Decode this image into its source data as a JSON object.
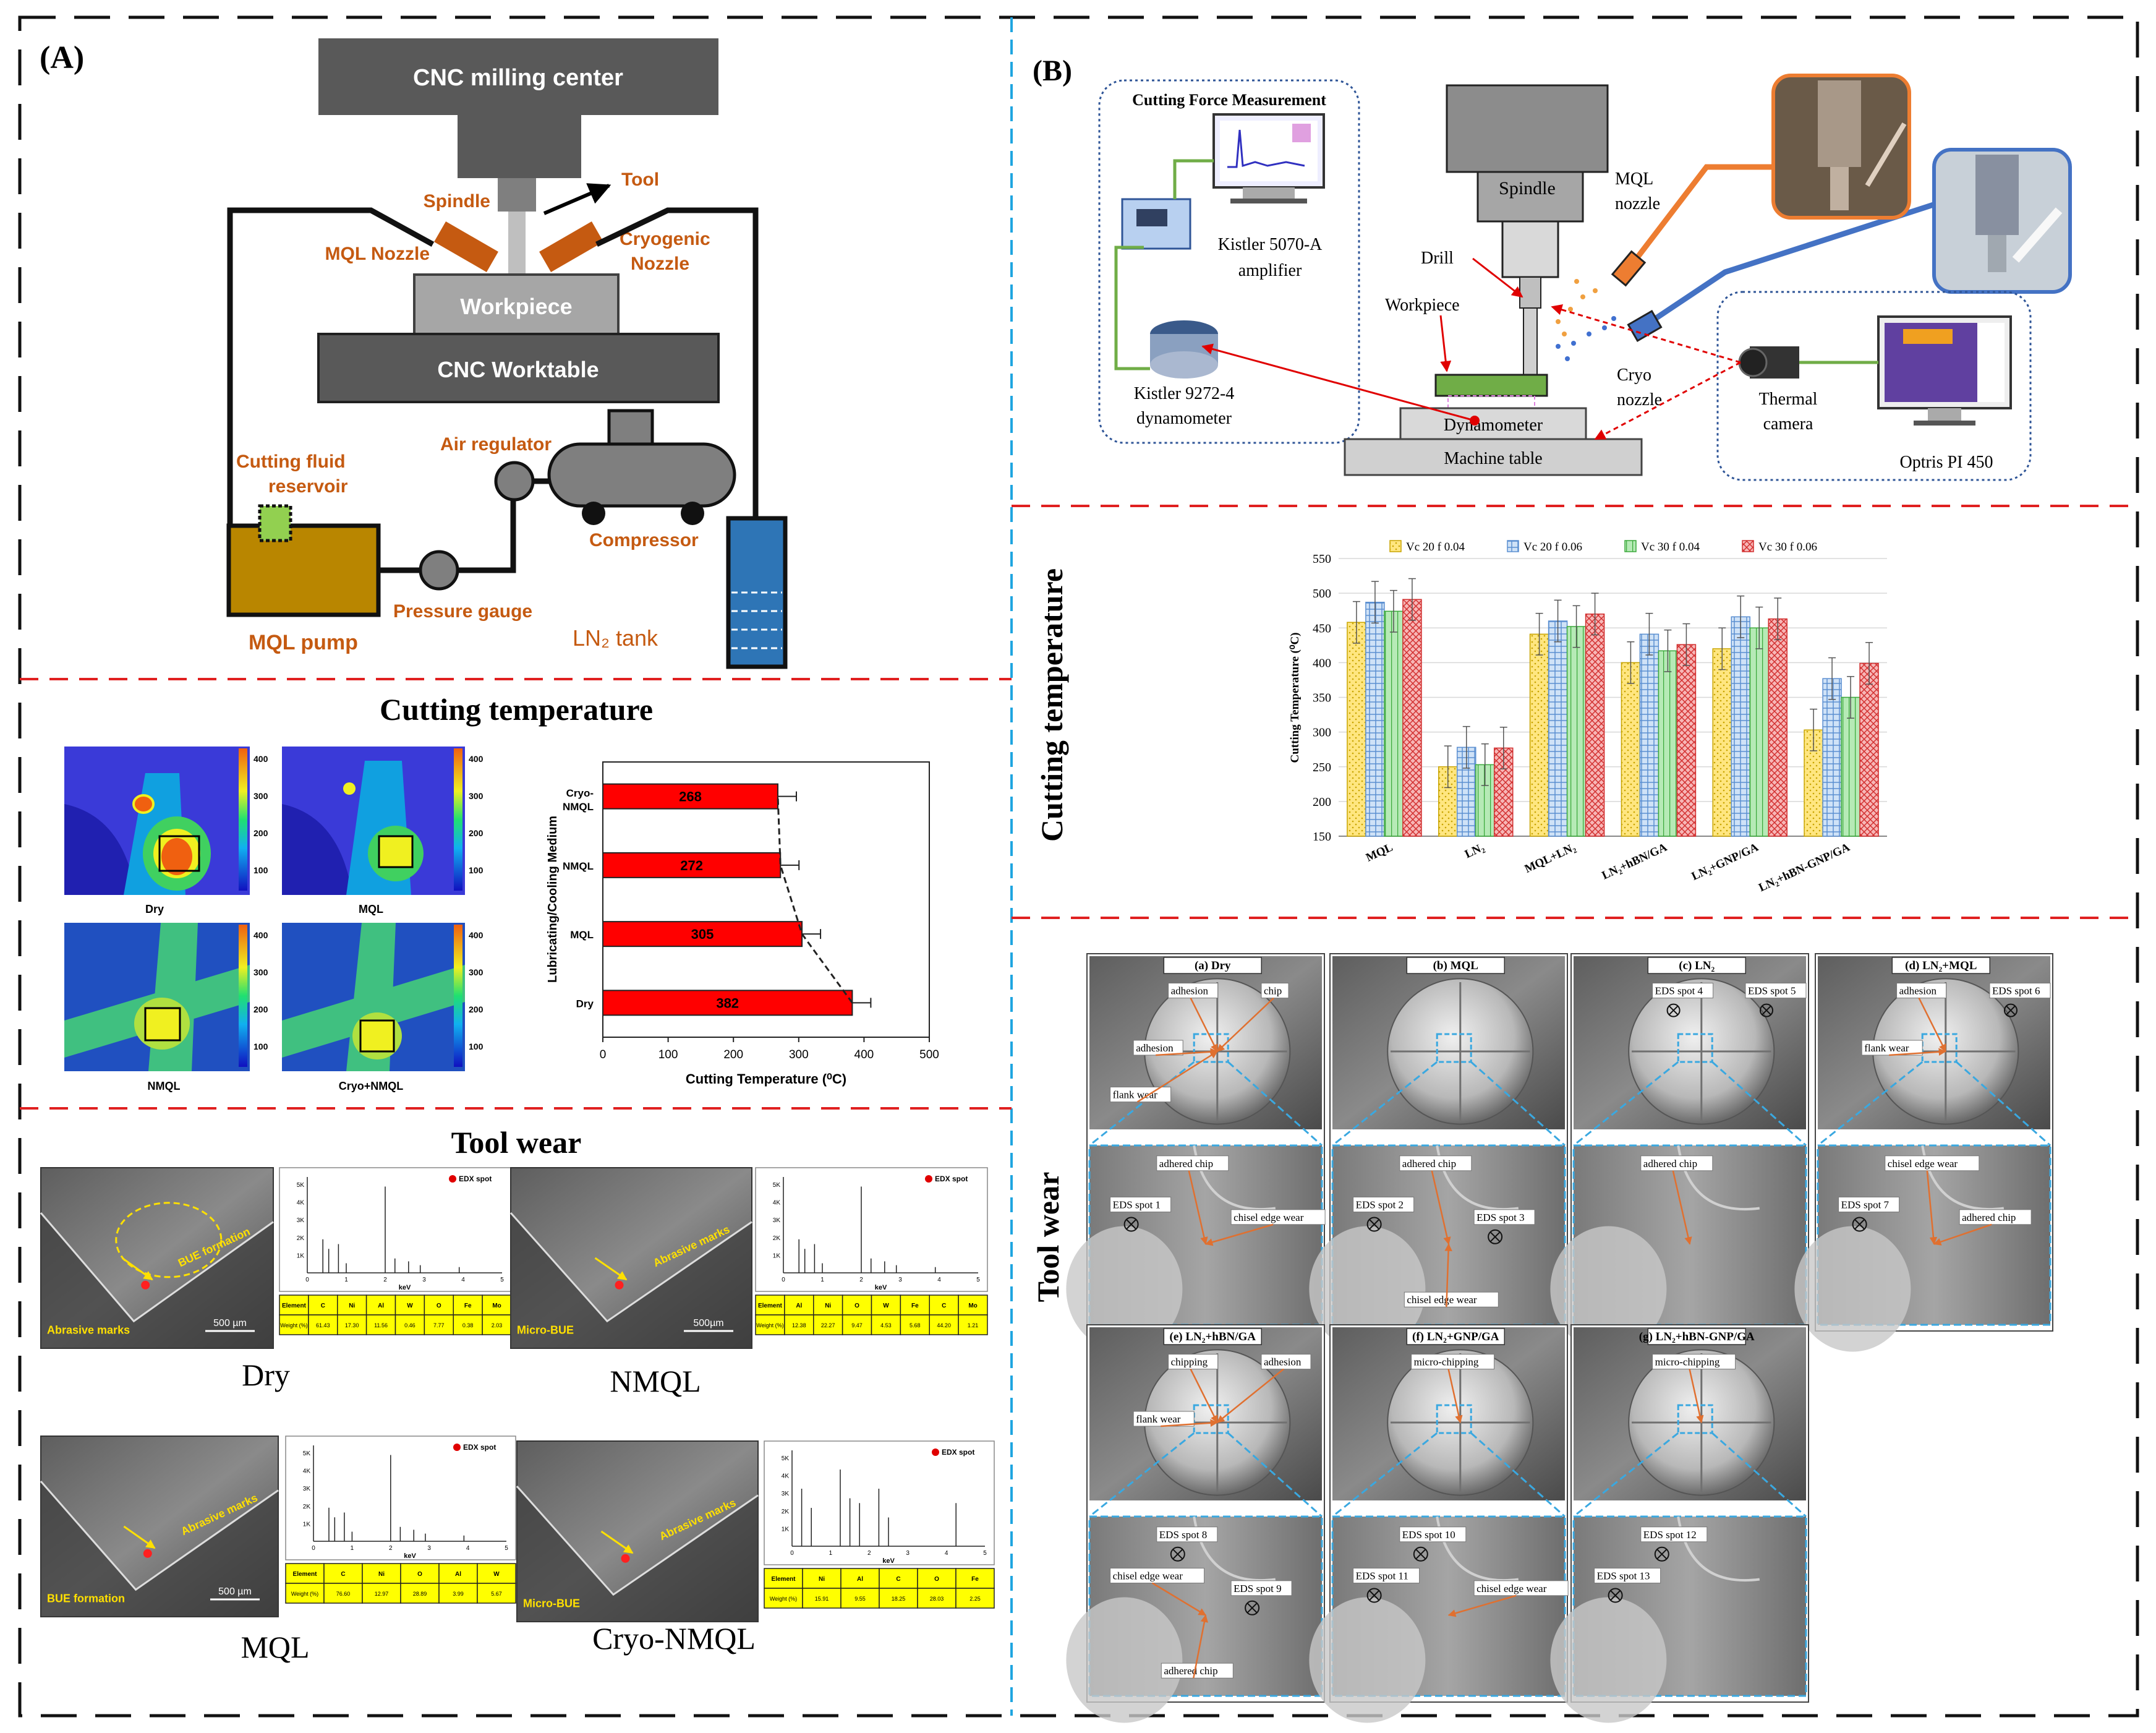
{
  "panelA": {
    "label": "(A)",
    "setup": {
      "cnc_center": "CNC milling center",
      "spindle": "Spindle",
      "tool": "Tool",
      "mql_nozzle": "MQL Nozzle",
      "cryo_nozzle_l1": "Cryogenic",
      "cryo_nozzle_l2": "Nozzle",
      "workpiece": "Workpiece",
      "worktable": "CNC Worktable",
      "air_regulator": "Air regulator",
      "fluid_reservoir_l1": "Cutting fluid",
      "fluid_reservoir_l2": "reservoir",
      "compressor": "Compressor",
      "pressure_gauge": "Pressure gauge",
      "mql_pump": "MQL pump",
      "ln2_tank": "LN₂ tank"
    },
    "temperature": {
      "title": "Cutting temperature",
      "thermal_labels": [
        "Dry",
        "MQL",
        "NMQL",
        "Cryo+NMQL"
      ],
      "colorbar_ticks": [
        "400",
        "300",
        "200",
        "100"
      ]
    },
    "toolwear": {
      "title": "Tool wear",
      "samples": [
        {
          "name": "Dry",
          "anno": [
            "BUE formation",
            "Abrasive marks"
          ],
          "scale": "500 µm"
        },
        {
          "name": "NMQL",
          "anno": [
            "Abrasive marks",
            "Micro-BUE"
          ],
          "scale": "500µm"
        },
        {
          "name": "MQL",
          "anno": [
            "Abrasive marks",
            "BUE formation"
          ],
          "scale": "500 µm"
        },
        {
          "name": "Cryo-NMQL",
          "anno": [
            "Abrasive marks",
            "Micro-BUE"
          ],
          "scale": ""
        }
      ],
      "edx_legend": "EDX spot",
      "edx_xlabel": "keV",
      "edx_yticks": [
        "5K",
        "4K",
        "3K",
        "2K",
        "1K"
      ],
      "edx_xticks": [
        "0",
        "1",
        "2",
        "3",
        "4",
        "5"
      ],
      "table_row1_label": "Element",
      "table_row2_label": "Weight (%)"
    }
  },
  "panelB": {
    "label": "(B)",
    "setup": {
      "force_box_title": "Cutting Force Measurement",
      "amplifier_l1": "Kistler 5070-A",
      "amplifier_l2": "amplifier",
      "dynamometer_l1": "Kistler 9272-4",
      "dynamometer_l2": "dynamometer",
      "spindle": "Spindle",
      "mql_nozzle_l1": "MQL",
      "mql_nozzle_l2": "nozzle",
      "drill": "Drill",
      "workpiece": "Workpiece",
      "cryo_nozzle_l1": "Cryo",
      "cryo_nozzle_l2": "nozzle",
      "dynamometer": "Dynamometer",
      "machine_table": "Machine table",
      "thermal_camera_l1": "Thermal",
      "thermal_camera_l2": "camera",
      "optris": "Optris PI 450"
    },
    "temperature_title": "Cutting temperature",
    "toolwear_title": "Tool wear",
    "sem_panels": [
      {
        "title": "(a) Dry",
        "top": [
          "adhesion",
          "chip",
          "adhesion",
          "flank wear"
        ],
        "bottom": [
          "adhered chip",
          "EDS spot 1",
          "chisel edge wear"
        ]
      },
      {
        "title": "(b) MQL",
        "top": [],
        "bottom": [
          "adhered chip",
          "EDS spot 2",
          "EDS spot 3",
          "chisel edge wear"
        ]
      },
      {
        "title": "(c) LN₂",
        "top": [
          "EDS spot 4",
          "EDS spot 5"
        ],
        "bottom": [
          "adhered chip"
        ]
      },
      {
        "title": "(d) LN₂+MQL",
        "top": [
          "adhesion",
          "EDS spot 6",
          "flank wear"
        ],
        "bottom": [
          "chisel edge wear",
          "EDS spot 7",
          "adhered chip"
        ]
      },
      {
        "title": "(e) LN₂+hBN/GA",
        "top": [
          "chipping",
          "adhesion",
          "flank wear"
        ],
        "bottom": [
          "EDS spot 8",
          "chisel edge wear",
          "EDS spot 9",
          "adhered chip"
        ]
      },
      {
        "title": "(f) LN₂+GNP/GA",
        "top": [
          "micro-chipping"
        ],
        "bottom": [
          "EDS spot 10",
          "EDS spot 11",
          "chisel edge wear"
        ]
      },
      {
        "title": "(g) LN₂+hBN-GNP/GA",
        "top": [
          "micro-chipping"
        ],
        "bottom": [
          "EDS spot 12",
          "EDS spot 13"
        ]
      }
    ]
  },
  "colors": {
    "orange_label": "#c55a11",
    "red_dash": "#e02020",
    "blue_dash": "#1fa5e0",
    "bar_red": "#ff0000",
    "yellow_table": "#ffff00",
    "series_yellow": "#ffe680",
    "series_blue": "#a9ccf0",
    "series_green": "#8fdc8f",
    "series_red": "#f08080"
  },
  "chart_data": [
    {
      "type": "bar",
      "orientation": "horizontal",
      "categories": [
        "Dry",
        "MQL",
        "NMQL",
        "Cryo-NMQL"
      ],
      "values": [
        382,
        305,
        272,
        268
      ],
      "data_labels": [
        "382",
        "305",
        "272",
        "268"
      ],
      "category_labels": [
        "Dry",
        "MQL",
        "NMQL",
        "Cryo-",
        "NMQL"
      ],
      "xlabel": "Cutting Temperature (⁰C)",
      "ylabel": "Lubricating/Cooling Medium",
      "xlim": [
        0,
        500
      ],
      "xticks": [
        "0",
        "100",
        "200",
        "300",
        "400",
        "500"
      ],
      "error_bars": true,
      "color": "#ff0000"
    },
    {
      "type": "bar",
      "categories": [
        "MQL",
        "LN₂",
        "MQL+LN₂",
        "LN₂+hBN/GA",
        "LN₂+GNP/GA",
        "LN₂+hBN-GNP/GA"
      ],
      "series": [
        {
          "name": "Vc 20 f 0.04",
          "values": [
            458,
            250,
            441,
            400,
            420,
            303
          ]
        },
        {
          "name": "Vc 20 f 0.06",
          "values": [
            487,
            278,
            460,
            441,
            466,
            377
          ]
        },
        {
          "name": "Vc 30 f 0.04",
          "values": [
            474,
            253,
            452,
            417,
            450,
            350
          ]
        },
        {
          "name": "Vc 30 f 0.06",
          "values": [
            491,
            277,
            470,
            426,
            463,
            399
          ]
        }
      ],
      "ylabel": "Cutting Temperature (⁰C)",
      "ylim": [
        150,
        550
      ],
      "yticks": [
        "150",
        "200",
        "250",
        "300",
        "350",
        "400",
        "450",
        "500",
        "550"
      ],
      "legend_position": "top",
      "error_bars": true
    }
  ]
}
